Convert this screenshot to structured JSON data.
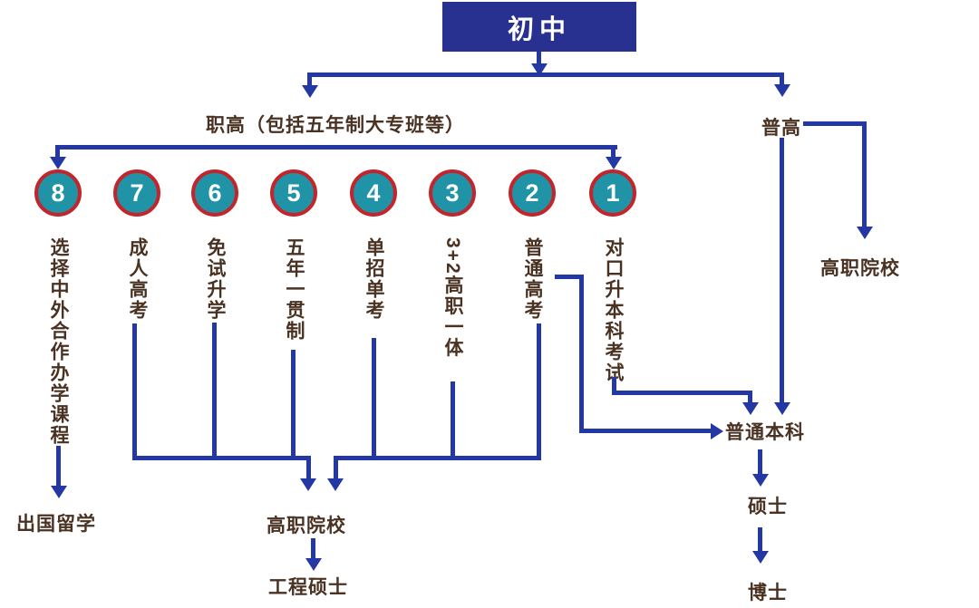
{
  "colors": {
    "bg": "#ffffff",
    "line_blue": "#2438a4",
    "box_blue": "#28318f",
    "circle_teal": "#2093a7",
    "circle_red": "#c2262c",
    "text_brown": "#4a3222"
  },
  "root": {
    "label": "初中"
  },
  "branches": {
    "vocational": "职高（包括五年制大专班等）",
    "regular": "普高"
  },
  "pathways": [
    {
      "num": "8",
      "label": "选择中外合作办学课程"
    },
    {
      "num": "7",
      "label": "成人高考"
    },
    {
      "num": "6",
      "label": "免试升学"
    },
    {
      "num": "5",
      "label": "五年一贯制"
    },
    {
      "num": "4",
      "label": "单招单考"
    },
    {
      "num": "3",
      "label": "3+2高职一体"
    },
    {
      "num": "2",
      "label": "普通高考"
    },
    {
      "num": "1",
      "label": "对口升本科考试"
    }
  ],
  "outcomes": {
    "study_abroad": "出国留学",
    "vocational_college_center": "高职院校",
    "engineering_master": "工程硕士",
    "vocational_college_right": "高职院校",
    "regular_undergraduate": "普通本科",
    "master": "硕士",
    "doctor": "博士"
  }
}
